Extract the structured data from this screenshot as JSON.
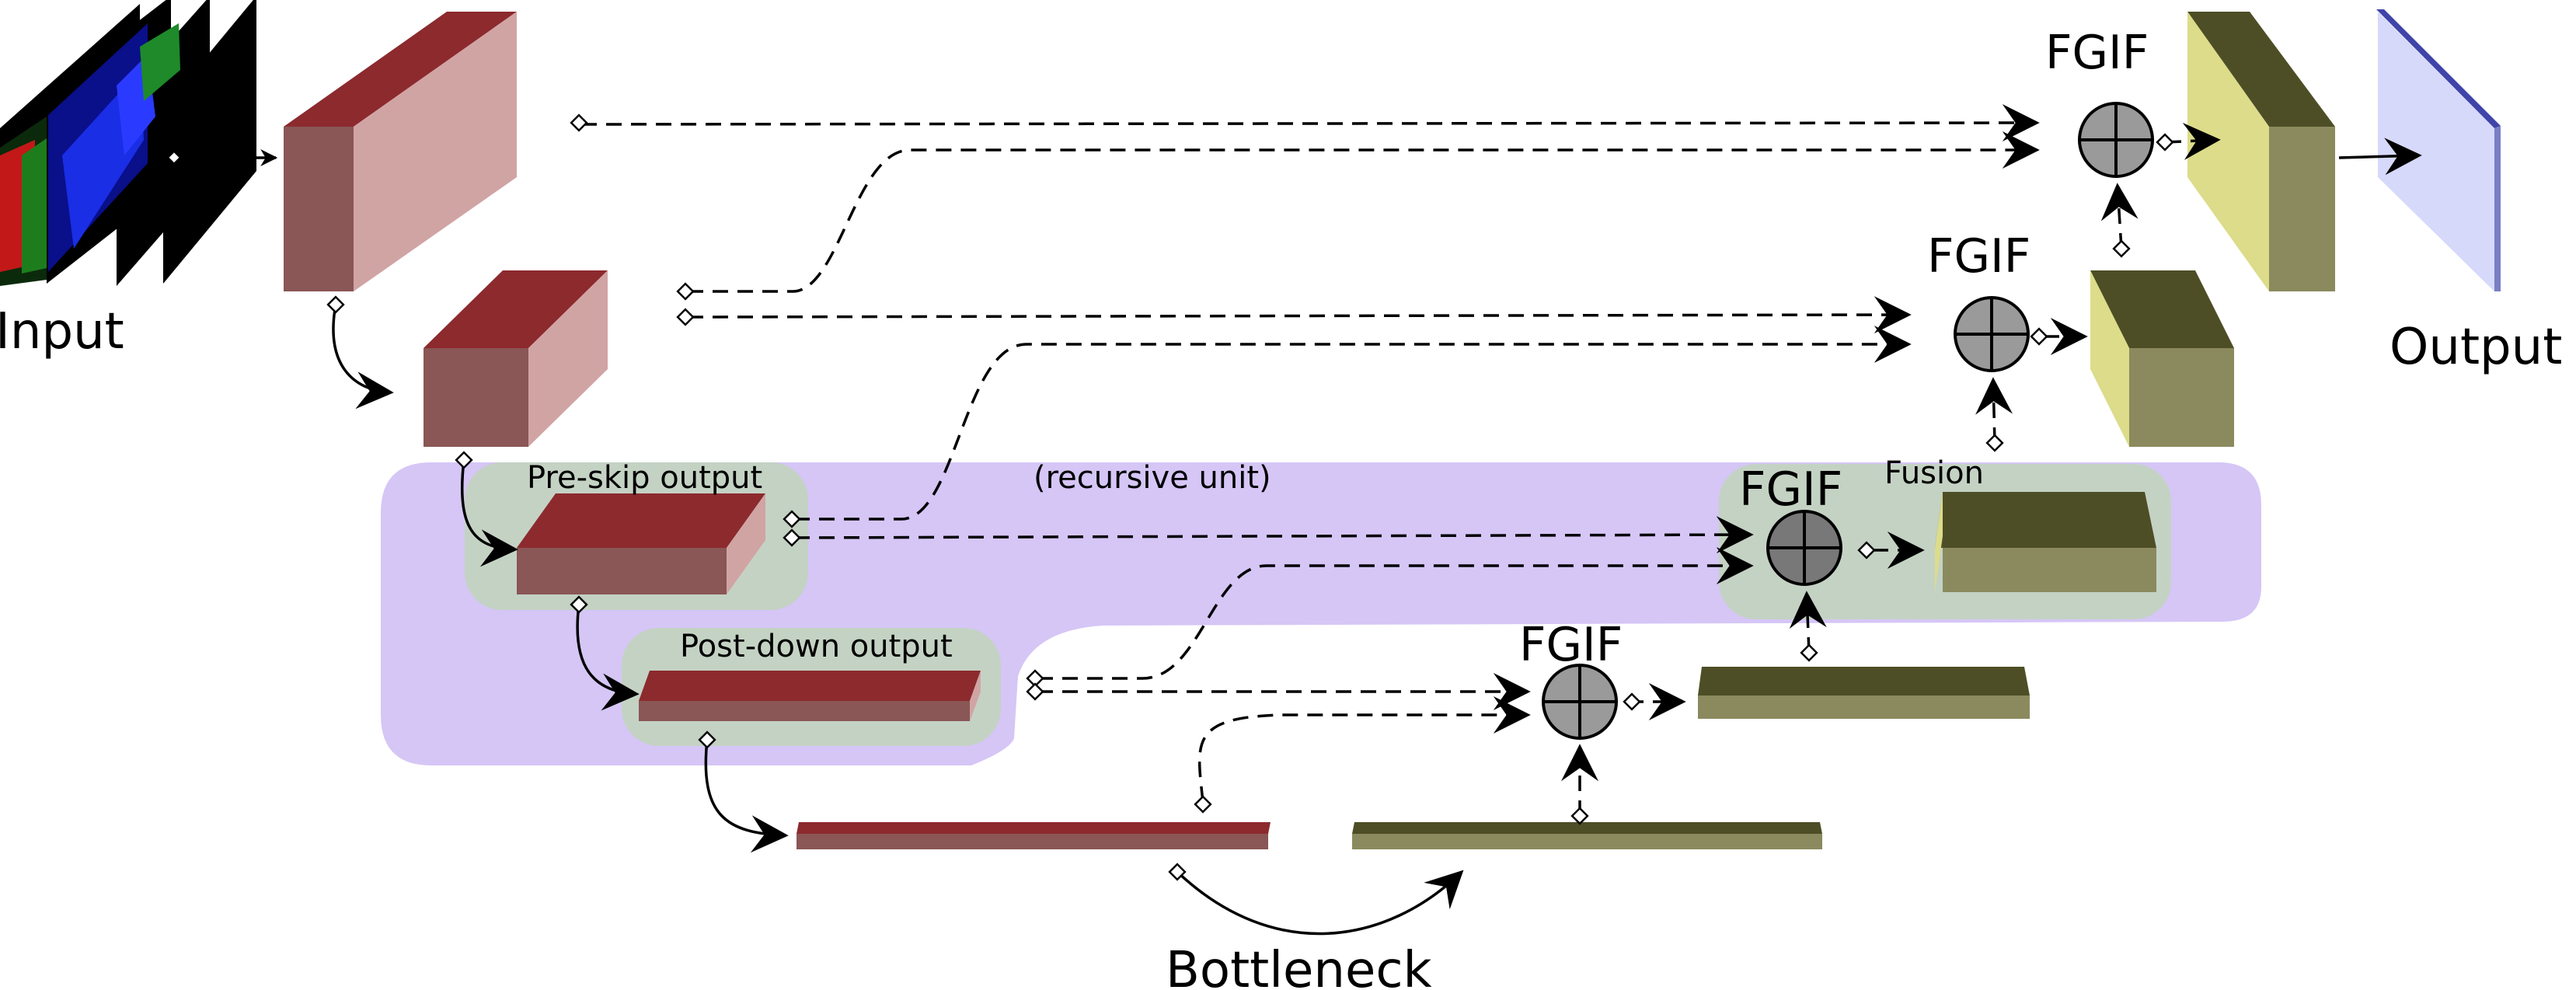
{
  "labels": {
    "input": "Input",
    "output": "Output",
    "bottleneck": "Bottleneck",
    "recursive_unit": "(recursive unit)",
    "pre_skip": "Pre-skip output",
    "post_down": "Post-down output",
    "fusion": "Fusion",
    "fgif": "FGIF"
  },
  "colors": {
    "encoder_front": "#8a5656",
    "encoder_top": "#8c2a2e",
    "encoder_side": "#d1a4a4",
    "decoder_front": "#8a8a5e",
    "decoder_top": "#4e4e26",
    "decoder_side": "#dcdc8a",
    "recursive_region": "#d5c6f6",
    "highlight_box": "#c4d2c4",
    "fgif_node": "#9a9a9a",
    "output_plane": "#d6d9fa",
    "output_edge": "#7a7ec4"
  }
}
